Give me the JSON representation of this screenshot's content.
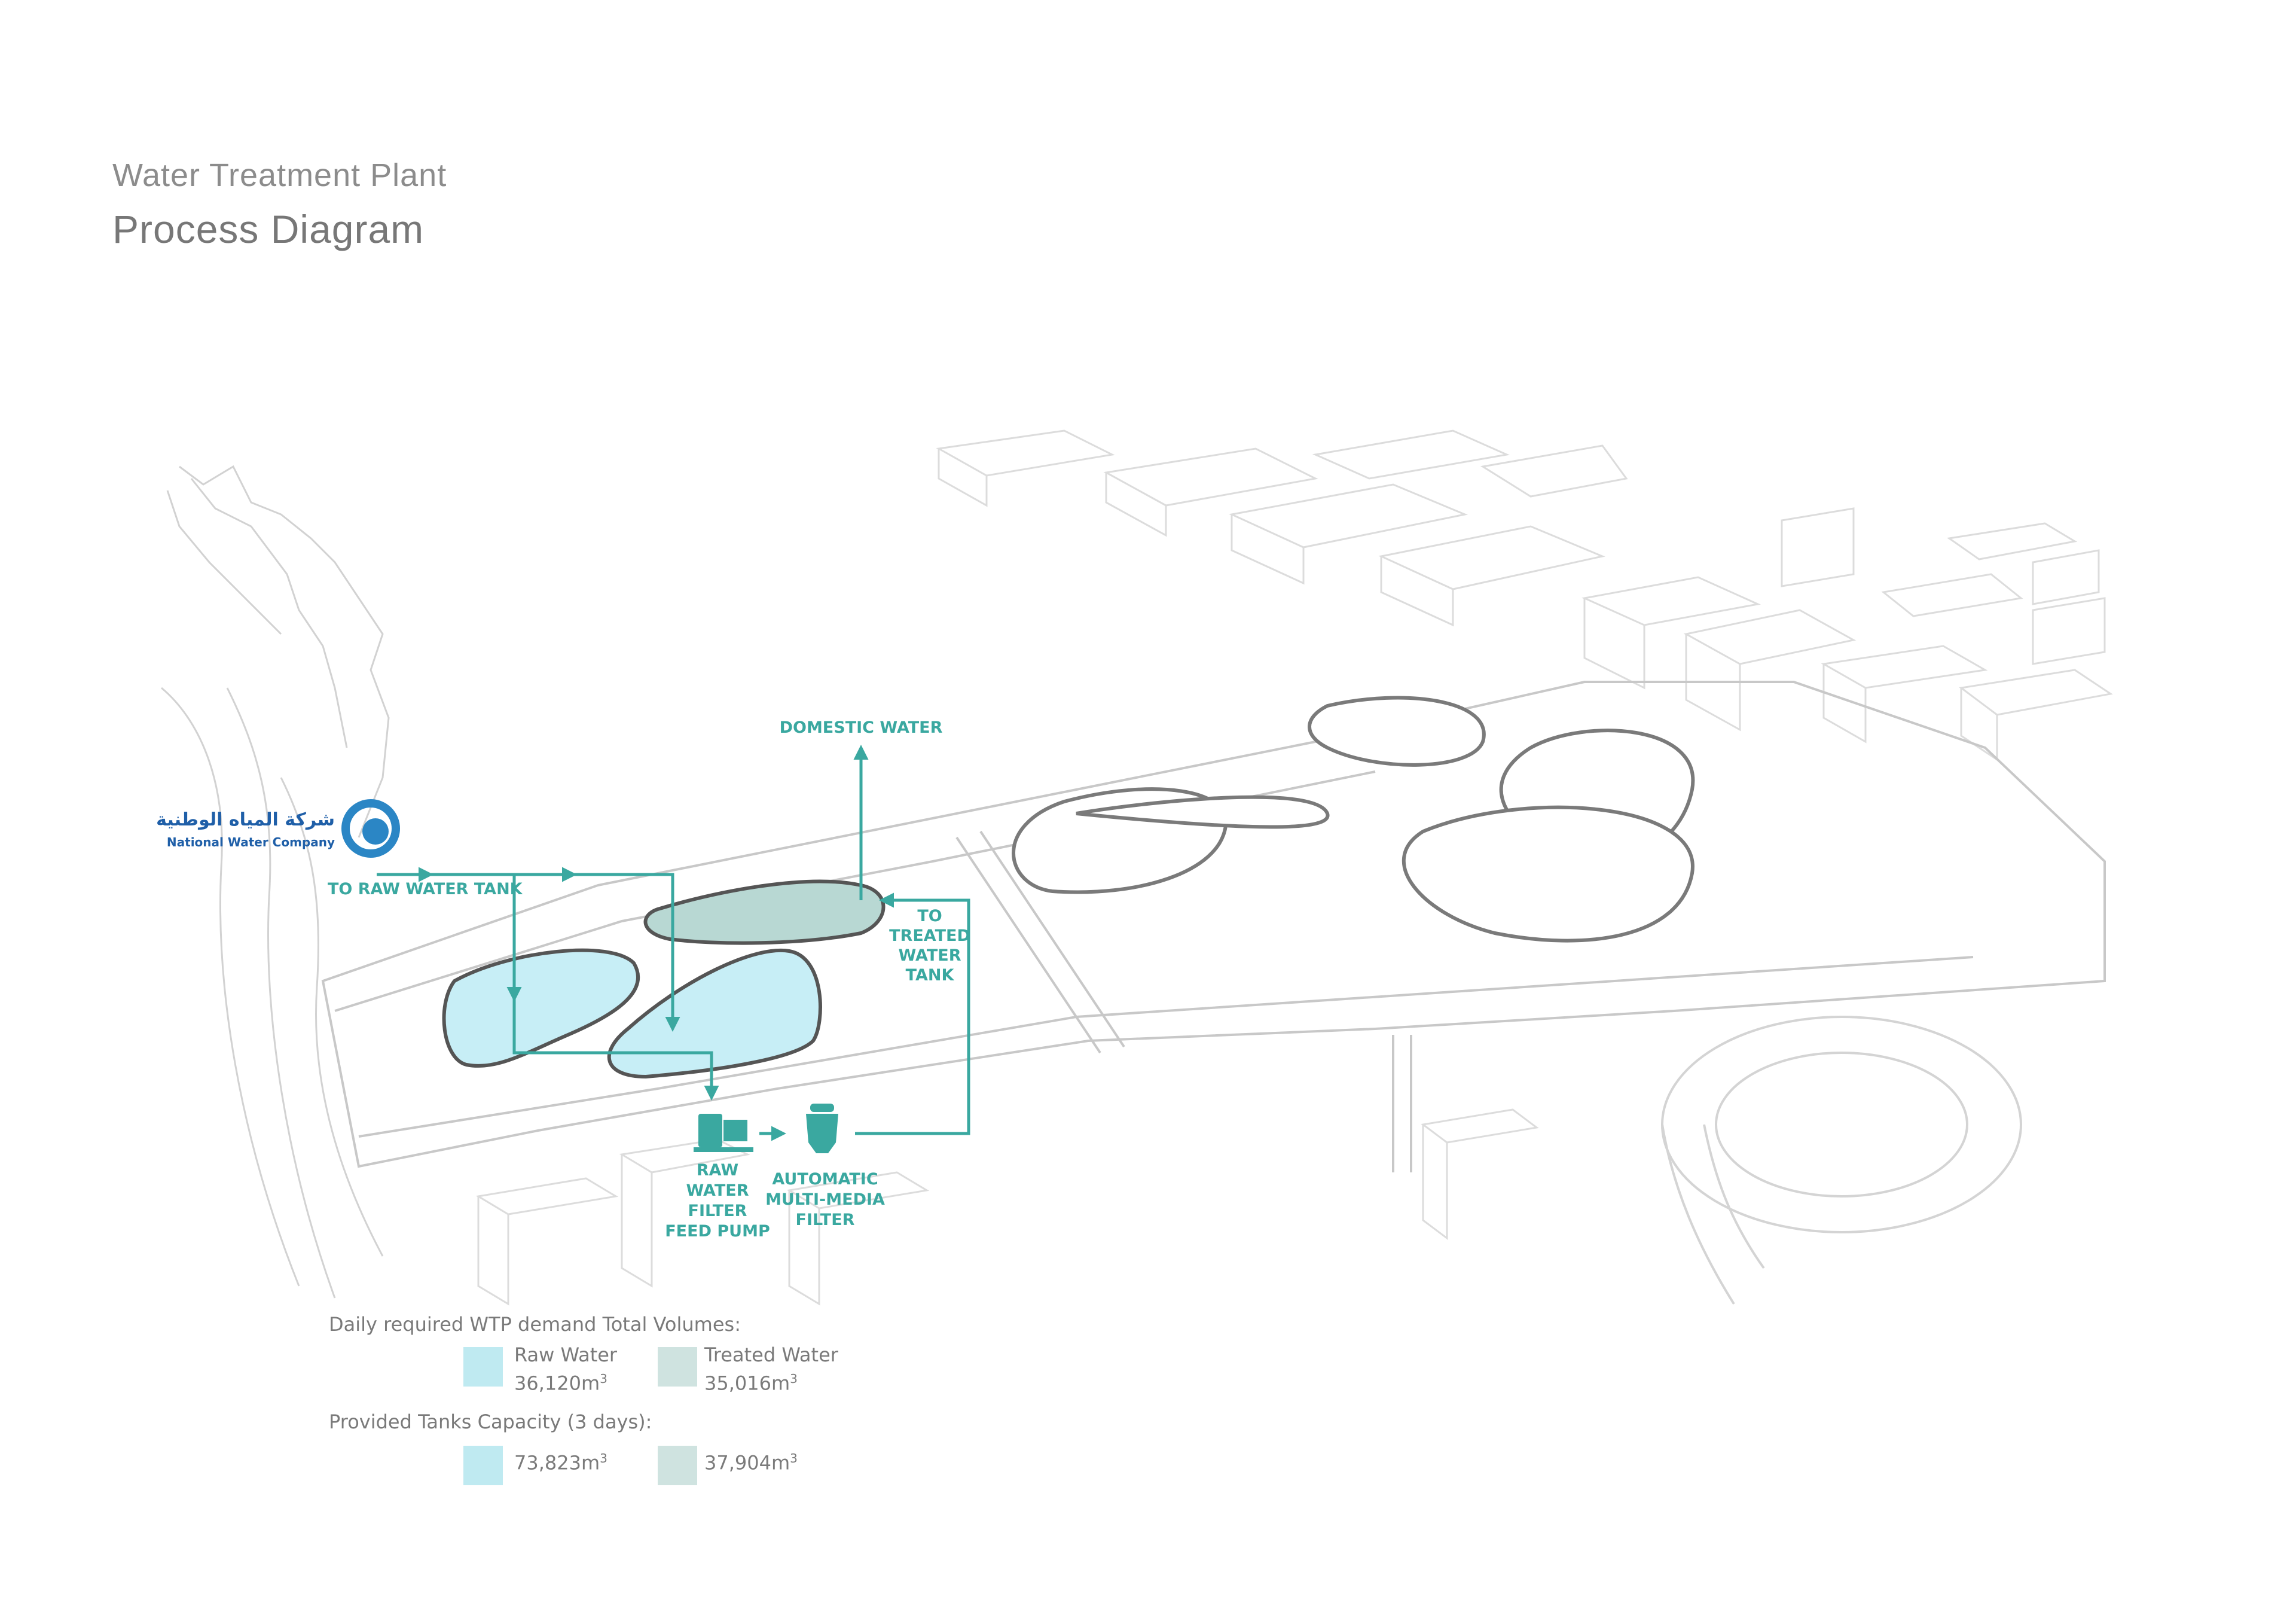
{
  "header": {
    "subtitle": "Water Treatment Plant",
    "title": "Process Diagram"
  },
  "logo": {
    "arabic": "شركة المياه الوطنية",
    "english": "National Water Company"
  },
  "labels": {
    "domestic_water": "DOMESTIC WATER",
    "to_raw_water_tank": "TO RAW WATER TANK",
    "to_treated_water_tank": [
      "TO",
      "TREATED",
      "WATER",
      "TANK"
    ],
    "raw_water_pump": [
      "RAW",
      "WATER",
      "FILTER",
      "FEED PUMP"
    ],
    "multimedia_filter": [
      "AUTOMATIC",
      "MULTI-MEDIA",
      "FILTER"
    ]
  },
  "legend": {
    "demand_heading": "Daily required WTP demand  Total Volumes:",
    "capacity_heading": "Provided Tanks Capacity (3 days):",
    "raw_label": "Raw Water",
    "treated_label": "Treated Water",
    "raw_demand": "36,120m",
    "treated_demand": "35,016m",
    "raw_capacity": "73,823m",
    "treated_capacity": "37,904m",
    "unit_exponent": "3"
  },
  "colors": {
    "accent": "#3aa8a0",
    "raw_water": "#bfeaf1",
    "treated_water": "#cfe3e0",
    "linework": "#cfcfcf"
  }
}
